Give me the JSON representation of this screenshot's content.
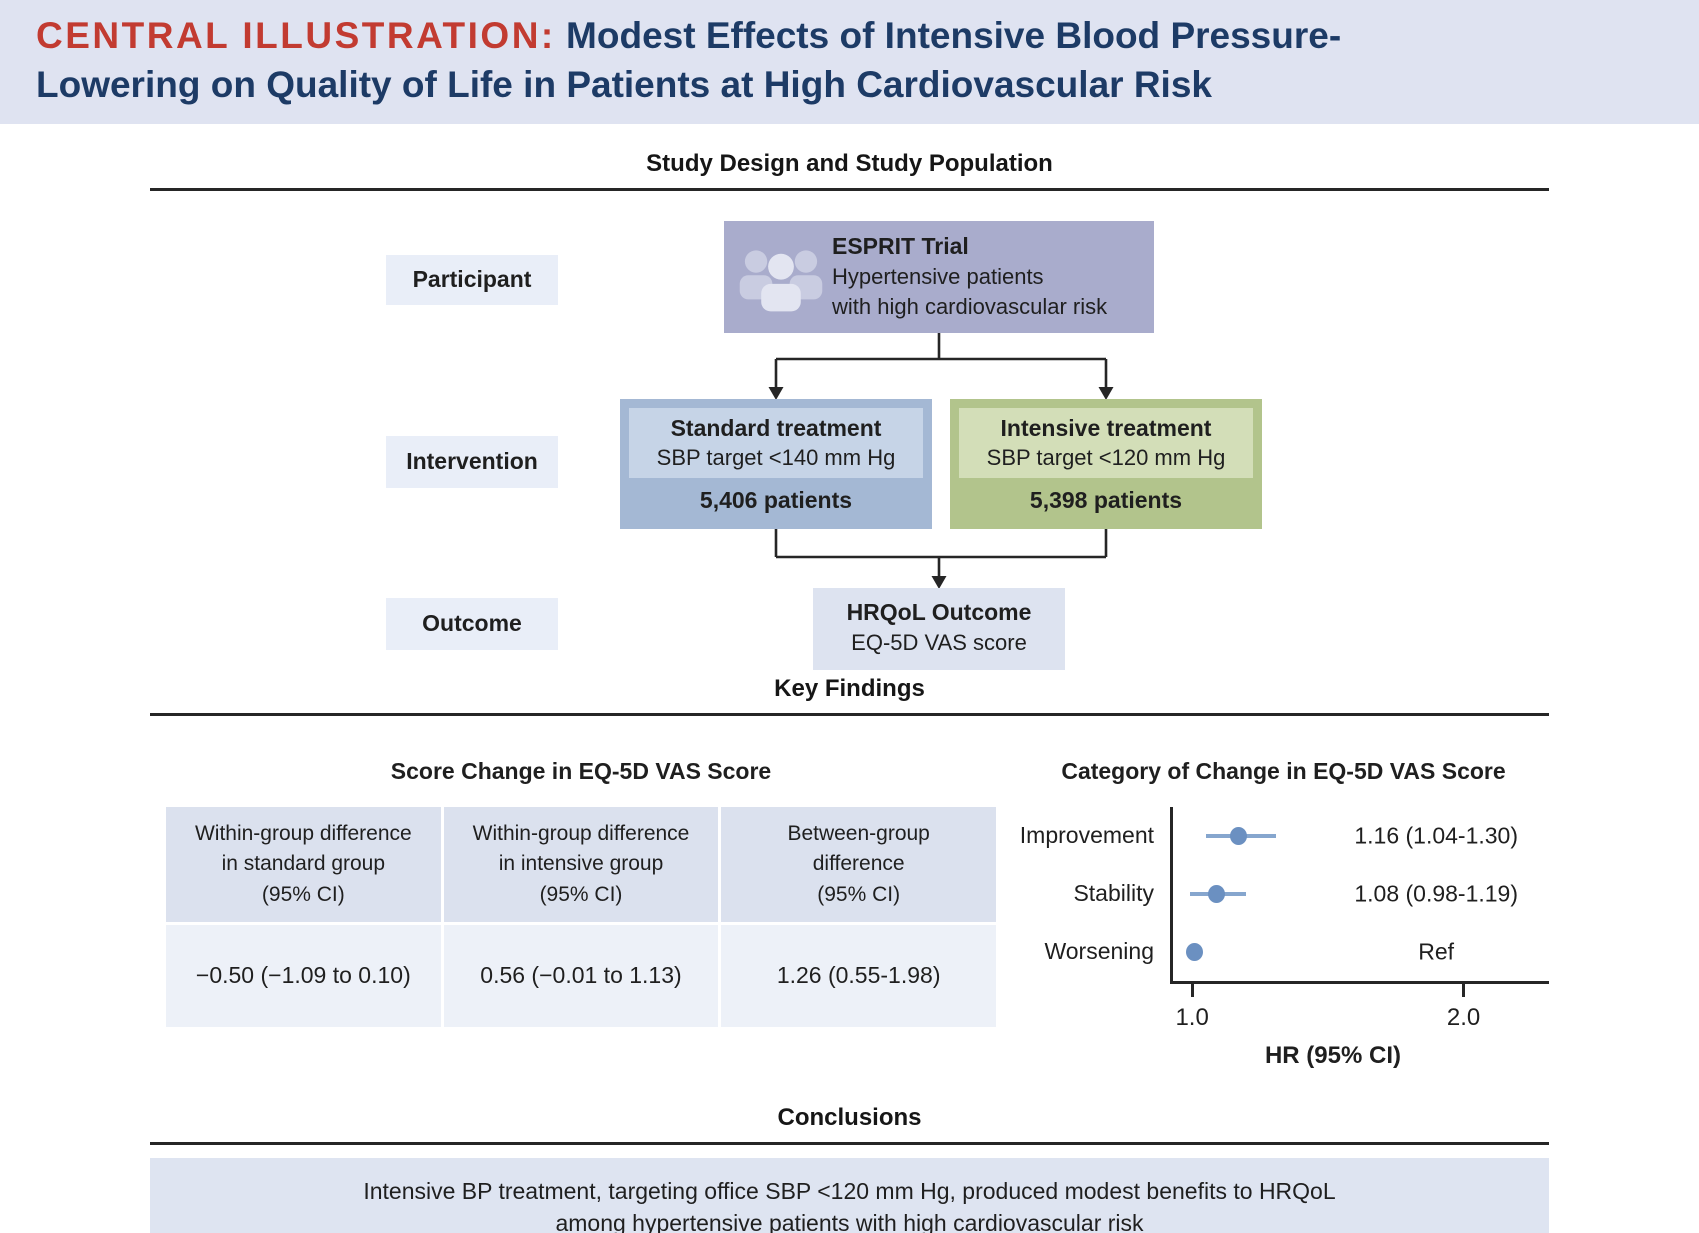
{
  "header": {
    "label": "CENTRAL ILLUSTRATION:",
    "title_line1": "Modest Effects of Intensive Blood Pressure-",
    "title_line2": "Lowering on Quality of Life in Patients at High Cardiovascular Risk"
  },
  "sections": {
    "study_design": "Study Design and Study Population",
    "key_findings": "Key Findings",
    "conclusions": "Conclusions"
  },
  "flowchart": {
    "row_labels": {
      "participant": "Participant",
      "intervention": "Intervention",
      "outcome": "Outcome"
    },
    "esprit": {
      "title": "ESPRIT Trial",
      "line1": "Hypertensive patients",
      "line2": "with high cardiovascular risk",
      "icon": "people-group-icon"
    },
    "standard": {
      "title": "Standard treatment",
      "subtitle": "SBP target <140 mm Hg",
      "patients": "5,406 patients"
    },
    "intensive": {
      "title": "Intensive treatment",
      "subtitle": "SBP target <120 mm Hg",
      "patients": "5,398 patients"
    },
    "outcome_box": {
      "title": "HRQoL Outcome",
      "subtitle": "EQ-5D VAS score"
    }
  },
  "score_table": {
    "title": "Score Change in EQ-5D VAS Score",
    "columns": [
      [
        "Within-group difference",
        "in standard group",
        "(95% CI)"
      ],
      [
        "Within-group difference",
        "in intensive group",
        "(95% CI)"
      ],
      [
        "Between-group",
        "difference",
        "(95% CI)"
      ]
    ],
    "values": [
      "−0.50 (−1.09 to 0.10)",
      "0.56 (−0.01 to 1.13)",
      "1.26 (0.55-1.98)"
    ]
  },
  "chart_data": {
    "type": "scatter",
    "subtype": "forest-plot",
    "title": "Category of Change in EQ-5D VAS Score",
    "categories": [
      "Improvement",
      "Stability",
      "Worsening"
    ],
    "series": [
      {
        "name": "HR",
        "values": [
          1.16,
          1.08,
          1.0
        ]
      }
    ],
    "ci": [
      [
        1.04,
        1.3
      ],
      [
        0.98,
        1.19
      ],
      null
    ],
    "value_labels": [
      "1.16 (1.04-1.30)",
      "1.08 (0.98-1.19)",
      "Ref"
    ],
    "xlabel": "HR (95% CI)",
    "xticks": [
      1.0,
      2.0
    ],
    "xtick_labels": [
      "1.0",
      "2.0"
    ],
    "xlim": [
      0.92,
      2.32
    ],
    "grid": false,
    "legend": "none"
  },
  "conclusion": {
    "line1": "Intensive BP treatment, targeting office SBP <120 mm Hg, produced modest benefits to HRQoL",
    "line2": "among hypertensive patients with high cardiovascular risk"
  },
  "colors": {
    "header_bg": "#dfe3f1",
    "accent_red": "#c23b31",
    "navy": "#1d3b66",
    "label_box": "#e9eef8",
    "esprit_box": "#a9accc",
    "esprit_icon_back": "#c9cce1",
    "esprit_icon_front": "#e3e5f1",
    "standard_outer": "#a4b8d4",
    "standard_inner": "#c6d4e7",
    "intensive_outer": "#b2c48c",
    "intensive_inner": "#d3deb8",
    "outcome_box": "#dde3f0",
    "table_header": "#dbe1ee",
    "table_row": "#edf1f8",
    "forest_dot": "#6b90c1",
    "forest_line": "#86a6ce",
    "conclusion_box": "#dee4f1",
    "bottom_bar": "#c7d2e8",
    "rule": "#262626",
    "text": "#1f1f1f"
  }
}
